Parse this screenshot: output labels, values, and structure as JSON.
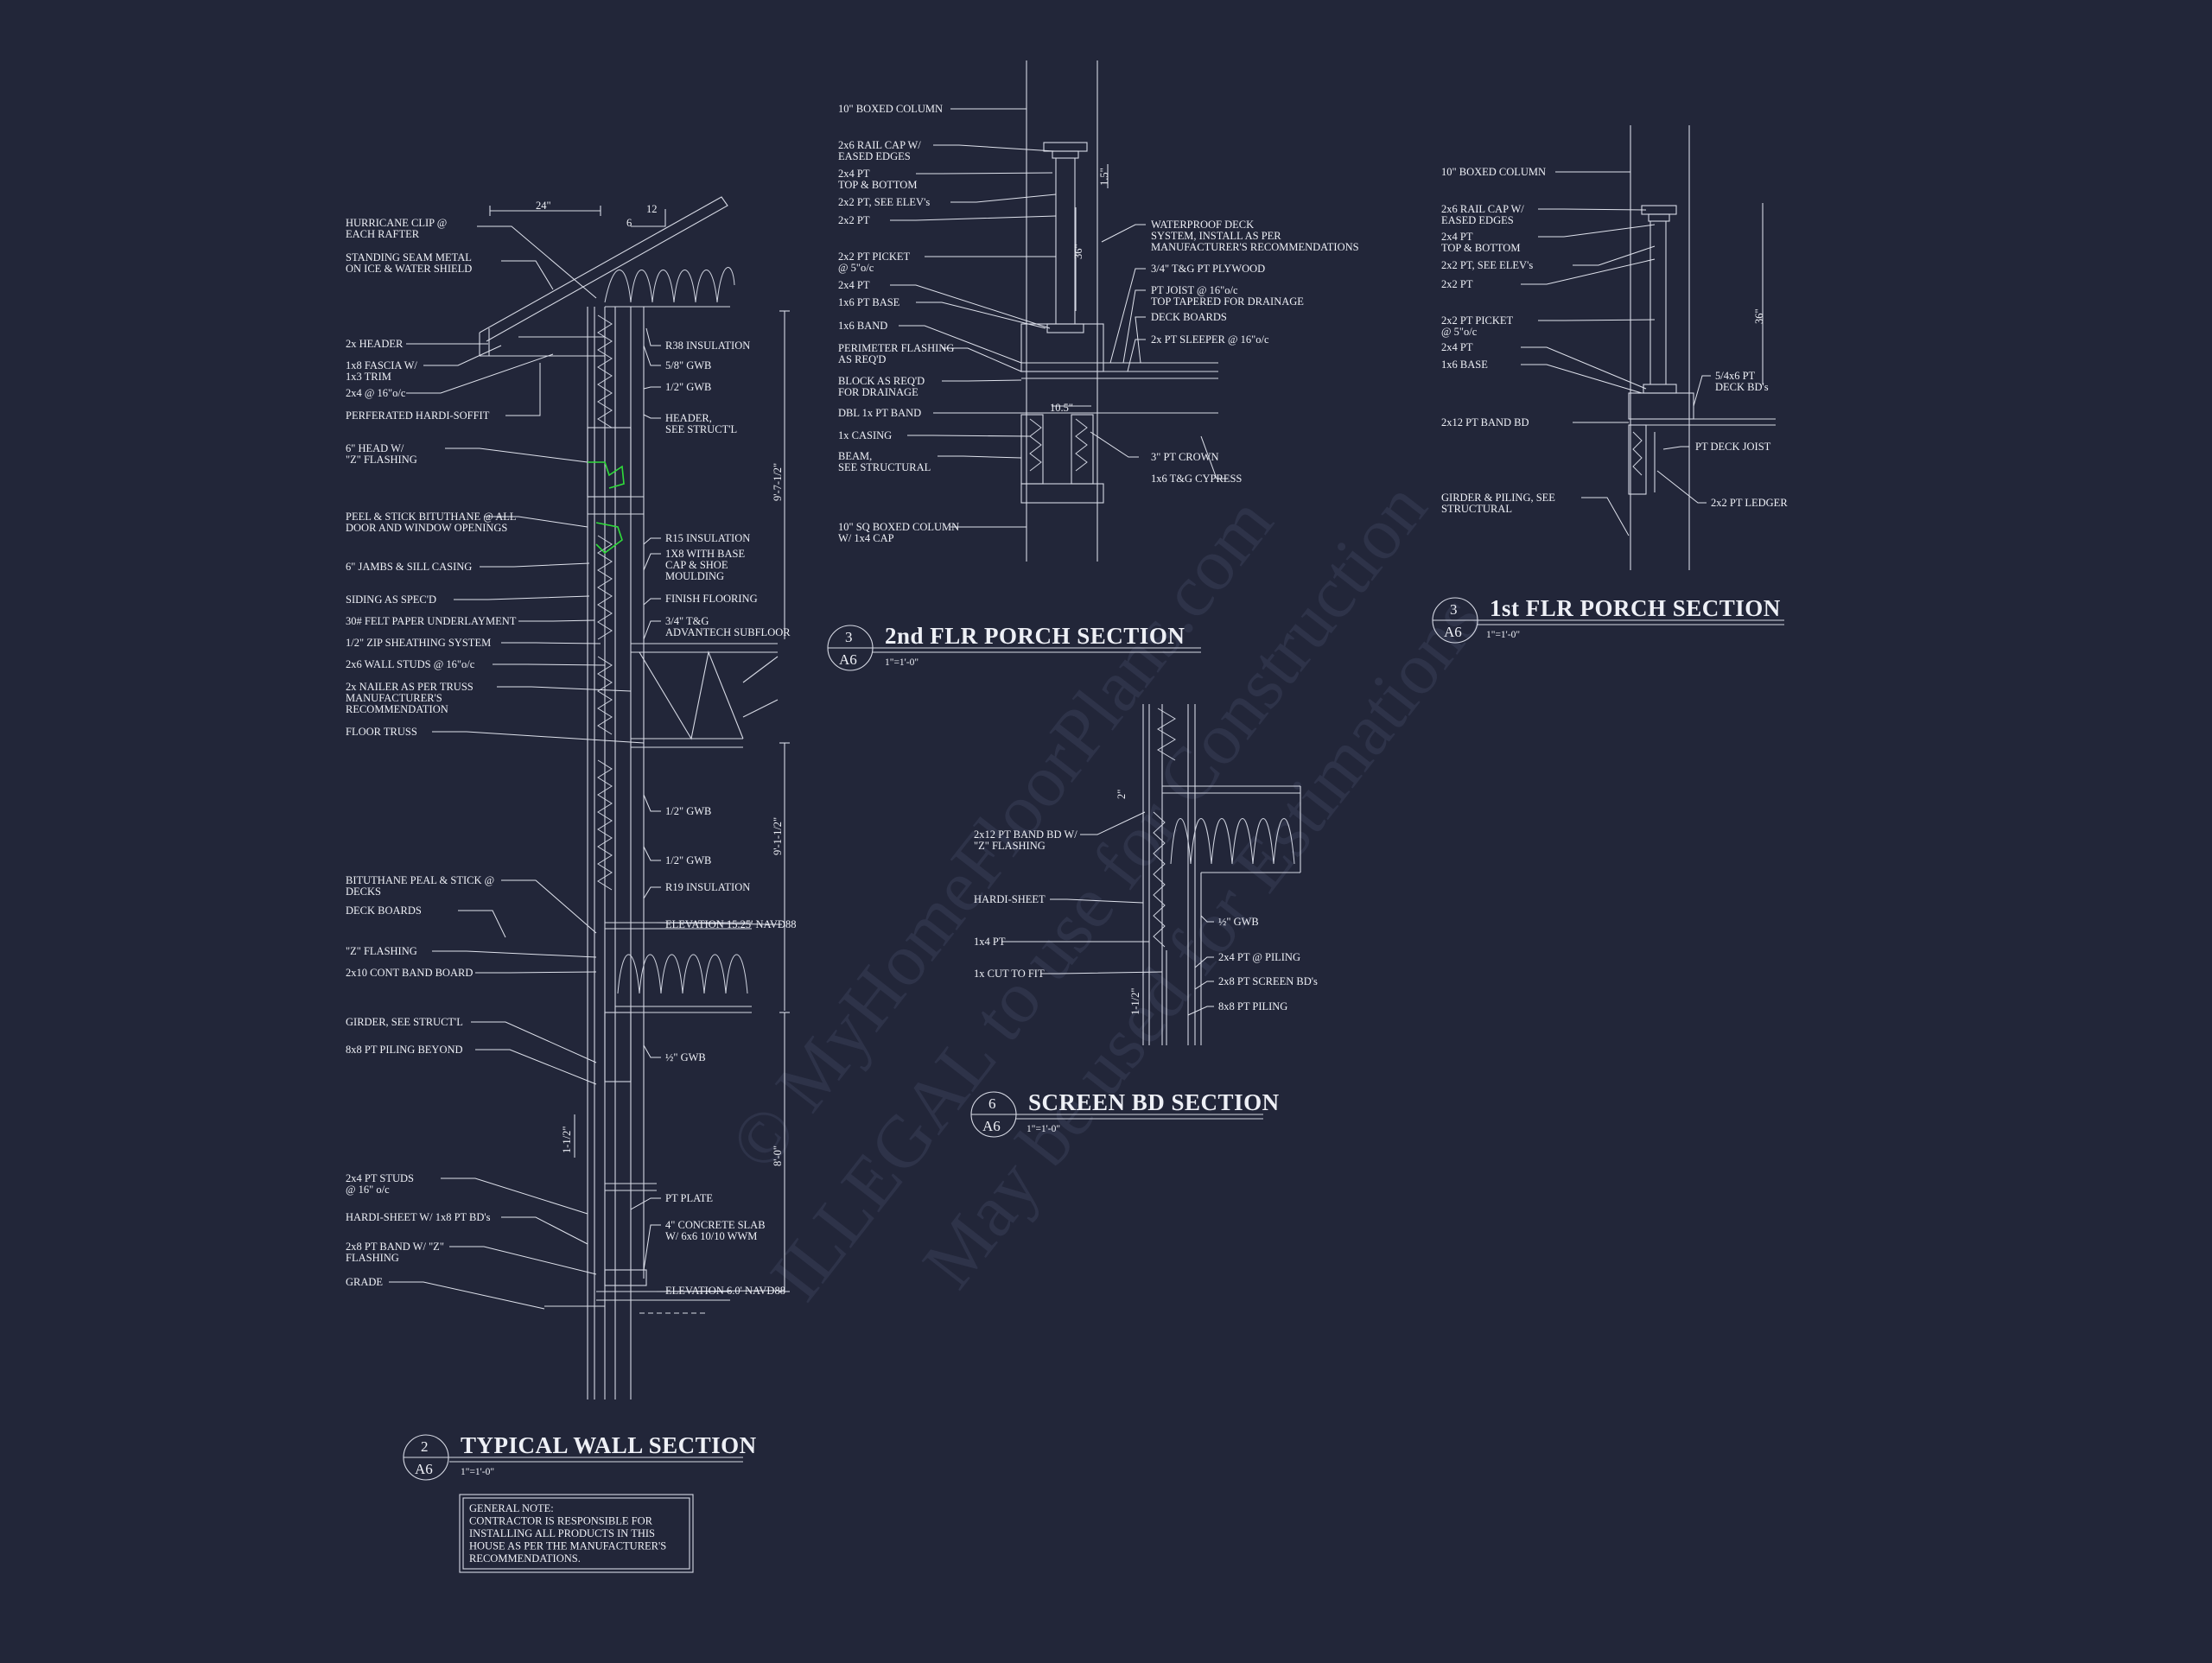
{
  "watermark": {
    "line1": "© MyHomeFloorPlans.com",
    "line2": "ILLEGAL to use for Construction",
    "line3": "May be used for Estimations"
  },
  "colors": {
    "background": "#222639",
    "linework": "#d6d9e4",
    "highlight": "#2fdc3a",
    "watermark": "#2e3349"
  },
  "sections": {
    "typical_wall": {
      "number": "2",
      "sheet": "A6",
      "title": "TYPICAL WALL SECTION",
      "scale": "1\"=1'-0\""
    },
    "porch_2nd": {
      "number": "3",
      "sheet": "A6",
      "title": "2nd FLR PORCH SECTION",
      "scale": "1\"=1'-0\""
    },
    "porch_1st": {
      "number": "3",
      "sheet": "A6",
      "title": "1st FLR PORCH SECTION",
      "scale": "1\"=1'-0\""
    },
    "screen_bd": {
      "number": "6",
      "sheet": "A6",
      "title": "SCREEN BD SECTION",
      "scale": "1\"=1'-0\""
    }
  },
  "general_note": [
    "GENERAL NOTE:",
    "CONTRACTOR IS RESPONSIBLE FOR",
    "INSTALLING ALL PRODUCTS IN THIS",
    "HOUSE AS PER THE MANUFACTURER'S",
    "RECOMMENDATIONS."
  ],
  "wall_left_labels": [
    [
      "HURRICANE CLIP @",
      "EACH RAFTER"
    ],
    [
      "STANDING SEAM METAL",
      "ON ICE & WATER SHIELD"
    ],
    [
      "2x HEADER"
    ],
    [
      "1x8 FASCIA W/",
      "1x3 TRIM"
    ],
    [
      "2x4 @ 16\"o/c"
    ],
    [
      "PERFERATED HARDI-SOFFIT"
    ],
    [
      "6\" HEAD W/",
      "\"Z\" FLASHING"
    ],
    [
      "PEEL & STICK BITUTHANE @ ALL",
      "DOOR AND WINDOW OPENINGS"
    ],
    [
      "6\" JAMBS & SILL CASING"
    ],
    [
      "SIDING AS SPEC'D"
    ],
    [
      "30# FELT PAPER UNDERLAYMENT"
    ],
    [
      "1/2\" ZIP SHEATHING SYSTEM"
    ],
    [
      "2x6 WALL STUDS @ 16\"o/c"
    ],
    [
      "2x NAILER AS PER TRUSS",
      "MANUFACTURER'S",
      "RECOMMENDATION"
    ],
    [
      "FLOOR TRUSS"
    ],
    [
      "BITUTHANE PEAL & STICK @",
      "DECKS"
    ],
    [
      "DECK BOARDS"
    ],
    [
      "\"Z\" FLASHING"
    ],
    [
      "2x10 CONT BAND BOARD"
    ],
    [
      "GIRDER, SEE STRUCT'L"
    ],
    [
      "8x8 PT PILING BEYOND"
    ],
    [
      "2x4 PT STUDS",
      "@ 16\" o/c"
    ],
    [
      "HARDI-SHEET W/ 1x8 PT BD's"
    ],
    [
      "2x8 PT BAND W/ \"Z\"",
      "FLASHING"
    ],
    [
      "GRADE"
    ]
  ],
  "wall_right_labels": [
    [
      "R38 INSULATION"
    ],
    [
      "5/8\" GWB"
    ],
    [
      "1/2\" GWB"
    ],
    [
      "HEADER,",
      "SEE STRUCT'L"
    ],
    [
      "R15 INSULATION"
    ],
    [
      "1X8 WITH BASE",
      "CAP & SHOE",
      "MOULDING"
    ],
    [
      "FINISH FLOORING"
    ],
    [
      "3/4\" T&G",
      "ADVANTECH SUBFLOOR"
    ],
    [
      "1/2\" GWB"
    ],
    [
      "1/2\" GWB"
    ],
    [
      "R19 INSULATION"
    ],
    [
      "ELEVATION 15.25' NAVD88"
    ],
    [
      "½\" GWB"
    ],
    [
      "PT PLATE"
    ],
    [
      "4\" CONCRETE SLAB",
      "W/ 6x6 10/10 WWM"
    ],
    [
      "ELEVATION 6.0' NAVD88"
    ]
  ],
  "wall_dims": {
    "overhang": "24\"",
    "pitch_run": "12",
    "pitch_rise": "6",
    "upper": "9'-7-1/2\"",
    "middle": "9'-1-1/2\"",
    "lower": "8'-0\"",
    "small": "1-1/2\""
  },
  "porch2_left_labels": [
    [
      "10\" BOXED COLUMN"
    ],
    [
      "2x6 RAIL CAP W/",
      "EASED EDGES"
    ],
    [
      "2x4 PT",
      "TOP & BOTTOM"
    ],
    [
      "2x2 PT, SEE ELEV's"
    ],
    [
      "2x2 PT"
    ],
    [
      "2x2 PT PICKET",
      "@ 5\"o/c"
    ],
    [
      "2x4 PT"
    ],
    [
      "1x6 PT BASE"
    ],
    [
      "1x6 BAND"
    ],
    [
      "PERIMETER FLASHING",
      "AS REQ'D"
    ],
    [
      "BLOCK AS REQ'D",
      "FOR DRAINAGE"
    ],
    [
      "DBL 1x PT BAND"
    ],
    [
      "1x CASING"
    ],
    [
      "BEAM,",
      "SEE STRUCTURAL"
    ],
    [
      "10\" SQ BOXED COLUMN",
      "W/ 1x4 CAP"
    ]
  ],
  "porch2_right_labels": [
    [
      "WATERPROOF DECK",
      "SYSTEM, INSTALL AS PER",
      "MANUFACTURER'S RECOMMENDATIONS"
    ],
    [
      "3/4\" T&G PT PLYWOOD"
    ],
    [
      "PT JOIST @ 16\"o/c",
      "TOP TAPERED FOR DRAINAGE"
    ],
    [
      "DECK BOARDS"
    ],
    [
      "2x PT SLEEPER @ 16\"o/c"
    ],
    [
      "3\" PT CROWN"
    ],
    [
      "1x6 T&G CYPRESS"
    ]
  ],
  "porch2_dims": {
    "height": "36\"",
    "cap": "1.5\"",
    "beam": "10.5\""
  },
  "porch1_left_labels": [
    [
      "10\" BOXED COLUMN"
    ],
    [
      "2x6 RAIL CAP W/",
      "EASED EDGES"
    ],
    [
      "2x4 PT",
      "TOP & BOTTOM"
    ],
    [
      "2x2 PT, SEE ELEV's"
    ],
    [
      "2x2 PT"
    ],
    [
      "2x2 PT PICKET",
      "@ 5\"o/c"
    ],
    [
      "2x4 PT"
    ],
    [
      "1x6 BASE"
    ],
    [
      "2x12 PT BAND BD"
    ],
    [
      "GIRDER & PILING, SEE",
      "STRUCTURAL"
    ]
  ],
  "porch1_right_labels": [
    [
      "5/4x6 PT",
      "DECK BD's"
    ],
    [
      "PT DECK JOIST"
    ],
    [
      "2x2 PT LEDGER"
    ]
  ],
  "porch1_dims": {
    "height": "36\""
  },
  "screen_left_labels": [
    [
      "2x12 PT BAND BD W/",
      "\"Z\" FLASHING"
    ],
    [
      "HARDI-SHEET"
    ],
    [
      "1x4 PT"
    ],
    [
      "1x CUT TO FIT"
    ]
  ],
  "screen_right_labels": [
    [
      "½\" GWB"
    ],
    [
      "2x4 PT @ PILING"
    ],
    [
      "2x8 PT SCREEN BD's"
    ],
    [
      "8x8 PT PILING"
    ]
  ],
  "screen_dims": {
    "top": "2\"",
    "bottom": "1-1/2\""
  }
}
